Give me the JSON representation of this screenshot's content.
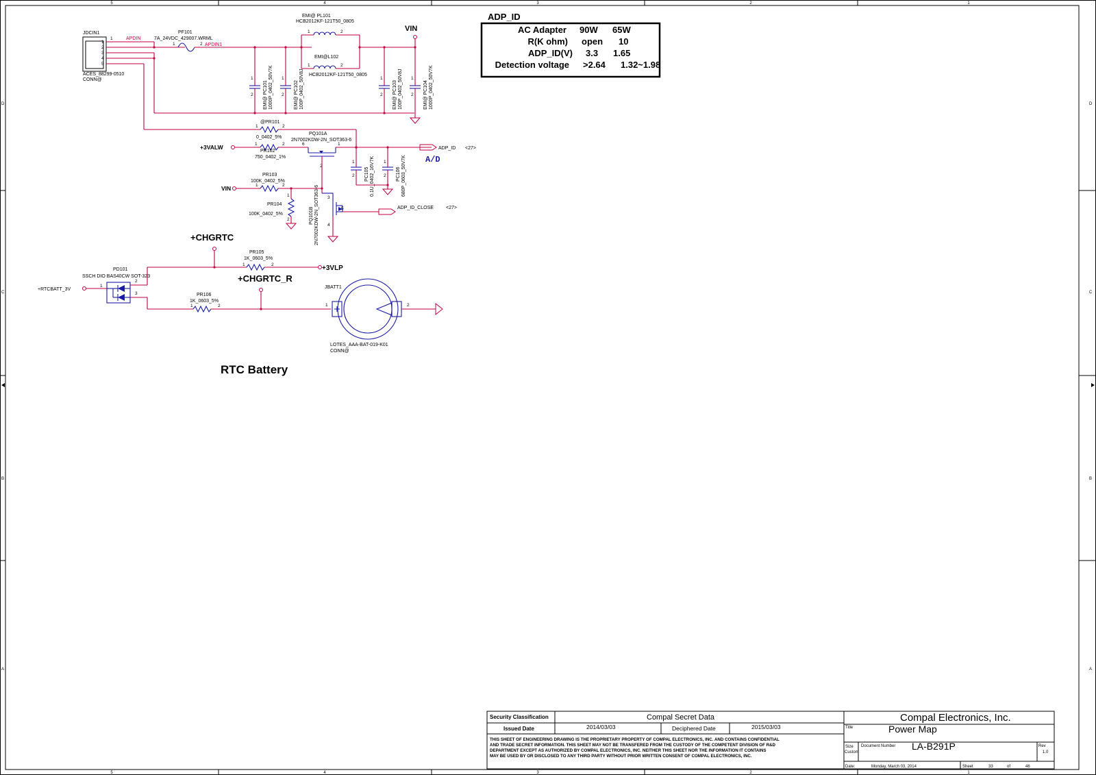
{
  "adp_table": {
    "title": "ADP_ID",
    "rows": [
      [
        "AC Adapter",
        "90W",
        "65W"
      ],
      [
        "R(K ohm)",
        "open",
        "10"
      ],
      [
        "ADP_ID(V)",
        "3.3",
        "1.65"
      ],
      [
        "Detection voltage",
        ">2.64",
        "1.32~1.98"
      ]
    ]
  },
  "border": {
    "cols": [
      "5",
      "4",
      "3",
      "2",
      "1"
    ],
    "rows": [
      "D",
      "C",
      "B",
      "A"
    ]
  },
  "nets": {
    "vin": "VIN",
    "apdin": "APDIN",
    "apdin1": "APDIN1",
    "v3valw": "+3VALW",
    "vin2": "VIN",
    "adp_id": "ADP_ID",
    "adp_id_ref": "<27>",
    "ad": "A/D",
    "adp_id_close": "ADP_ID_CLOSE",
    "adp_id_close_ref": "<27>",
    "chgrtc": "+CHGRTC",
    "chgrtc_r": "+CHGRTC_R",
    "v3vlp": "+3VLP",
    "rtcbatt": "+RTCBATT_3V"
  },
  "components": {
    "jdcin1": {
      "ref": "JDCIN1",
      "part": "ACES_88299-0510",
      "note": "CONN@",
      "pins": [
        "1",
        "2",
        "3",
        "4",
        "5"
      ]
    },
    "pf101": {
      "ref": "PF101",
      "value": "7A_24VDC_429007.WRML"
    },
    "pl101": {
      "ref": "EMI@ PL101",
      "value": "HCB2012KF-121T50_0805"
    },
    "l102": {
      "ref": "EMI@L102",
      "value": "HCB2012KF-121T50_0805"
    },
    "pc101": {
      "ref": "EMI@ PC101",
      "value": "1000P_0402_50V7K"
    },
    "pc102": {
      "ref": "EMI@ PC102",
      "value": "100P_0402_50V8J"
    },
    "pc103": {
      "ref": "EMI@ PC103",
      "value": "100P_0402_50V8J"
    },
    "pc104": {
      "ref": "EMI@ PC104",
      "value": "1000P_0402_50V7K"
    },
    "pr101": {
      "ref": "@PR101",
      "value": "0_0402_5%"
    },
    "pr102": {
      "ref": "PR102",
      "value": "750_0402_1%"
    },
    "pq101a": {
      "ref": "PQ101A",
      "value": "2N7002KDW-2N_SOT363-6"
    },
    "pc105": {
      "ref": "PC105",
      "value": "0.1U_0402_16V7K"
    },
    "pc106": {
      "ref": "PC106",
      "value": "680P_0603_50V7K"
    },
    "pr103": {
      "ref": "PR103",
      "value": "100K_0402_5%"
    },
    "pr104": {
      "ref": "PR104",
      "value": "100K_0402_5%"
    },
    "pq101b": {
      "ref": "PQ101B",
      "value": "2N7002KDW-2N_SOT363-6"
    },
    "pd101": {
      "ref": "PD101",
      "value": "SSCH DIO BAS40CW SOT-323"
    },
    "pr105": {
      "ref": "PR105",
      "value": "1K_0603_5%"
    },
    "pr106": {
      "ref": "PR106",
      "value": "1K_0603_5%"
    },
    "jbatt1": {
      "ref": "JBATT1",
      "part": "LOTES_AAA-BAT-019-K01",
      "note": "CONN@"
    }
  },
  "pins": {
    "p1": "1",
    "p2": "2",
    "p3": "3",
    "p4": "4",
    "p5": "5",
    "p6": "6"
  },
  "section_title": "RTC Battery",
  "title_block": {
    "security_label": "Security Classification",
    "security_value": "Compal Secret Data",
    "issued_label": "Issued Date",
    "issued_value": "2014/03/03",
    "deciphered_label": "Deciphered Date",
    "deciphered_value": "2015/03/03",
    "notice": [
      "THIS SHEET OF ENGINEERING DRAWING IS THE PROPRIETARY PROPERTY OF COMPAL ELECTRONICS, INC. AND CONTAINS CONFIDENTIAL",
      "AND TRADE SECRET INFORMATION. THIS SHEET MAY NOT BE TRANSFERED FROM THE CUSTODY OF THE COMPETENT DIVISION OF R&D",
      "DEPARTMENT EXCEPT AS AUTHORIZED BY COMPAL ELECTRONICS, INC. NEITHER THIS SHEET NOR THE INFORMATION IT CONTAINS",
      "MAY BE USED BY OR DISCLOSED TO ANY THIRD PARTY WITHOUT PRIOR WRITTEN CONSENT OF COMPAL ELECTRONICS, INC."
    ],
    "company": "Compal Electronics, Inc.",
    "title_label": "Title",
    "title_value": "Power Map",
    "size_label": "Size",
    "size_value": "Custom",
    "docnum_label": "Document Number",
    "docnum_value": "LA-B291P",
    "rev_label": "Rev",
    "rev_value": "1.0",
    "date_label": "Date:",
    "date_value": "Monday, March 03, 2014",
    "sheet_label": "Sheet",
    "sheet_value": "33",
    "of_label": "of",
    "of_value": "46"
  }
}
